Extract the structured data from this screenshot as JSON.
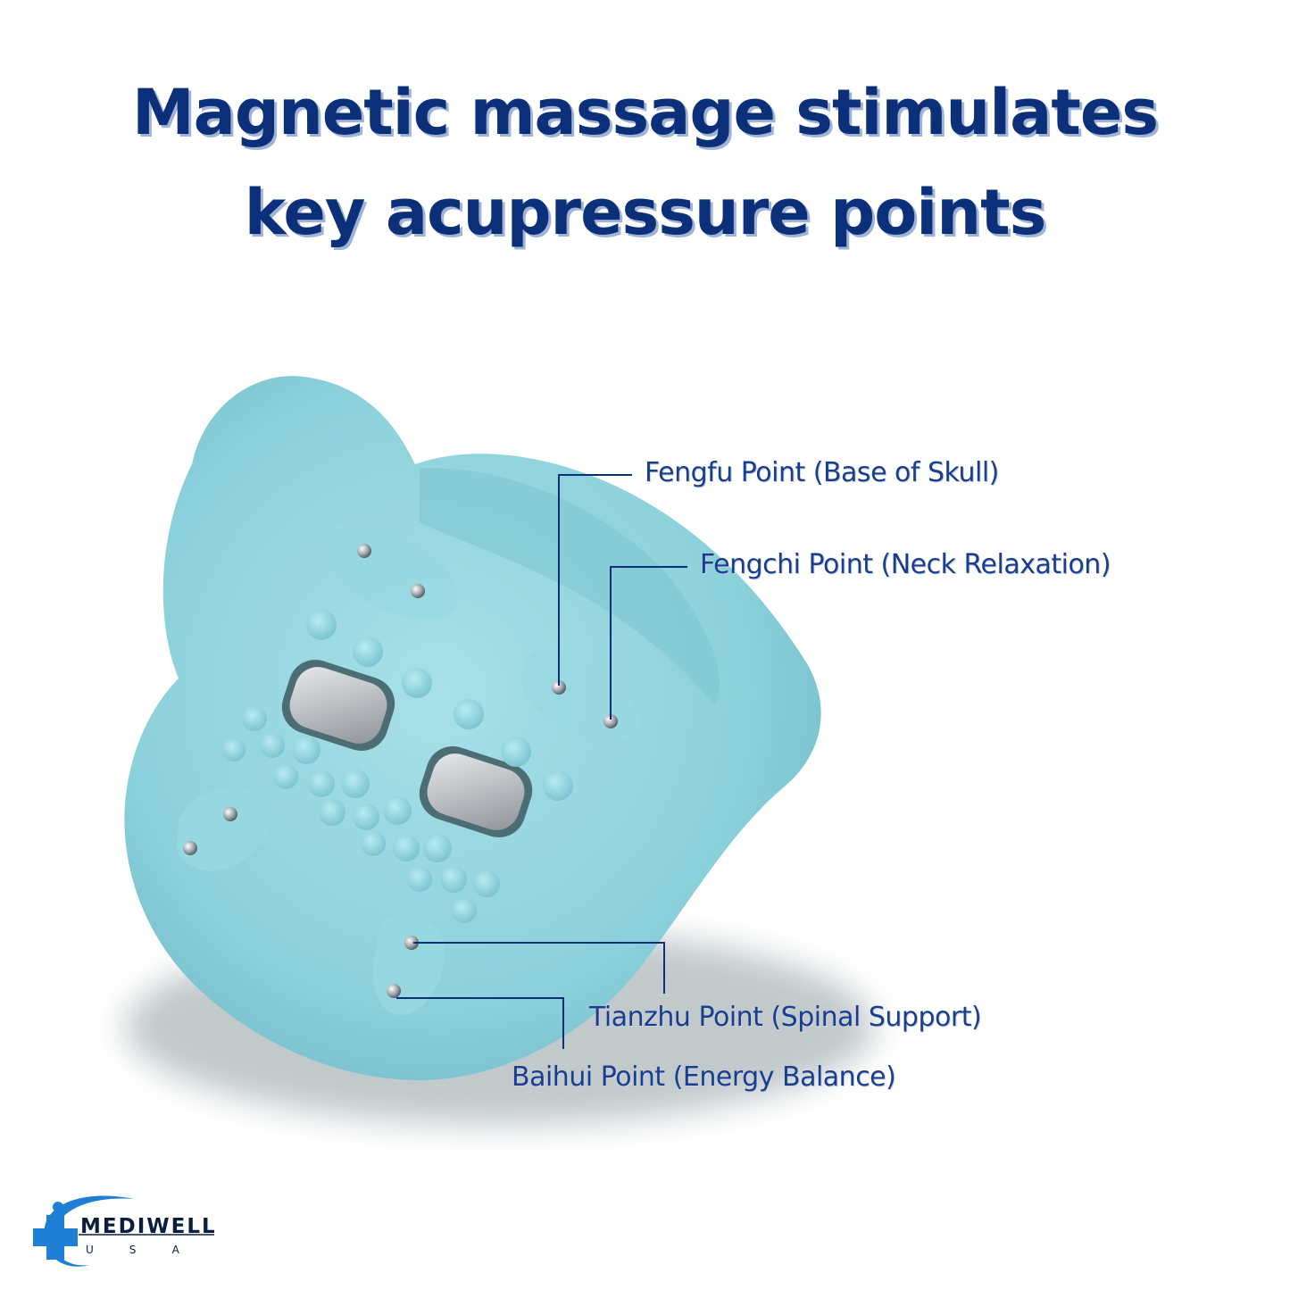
{
  "headline": {
    "line1": "Magnetic massage stimulates",
    "line2": "key acupressure points"
  },
  "callouts": {
    "fengfu": "Fengfu Point (Base of Skull)",
    "fengchi": "Fengchi Point (Neck Relaxation)",
    "tianzhu": "Tianzhu Point (Spinal Support)",
    "baihui": "Baihui Point (Energy Balance)"
  },
  "brand": {
    "name": "MEDIWELL",
    "sub": "USA"
  },
  "colors": {
    "headline": "#0b2f78",
    "callout_text": "#1a3e8c",
    "leader_line": "#0b2f78",
    "product_body": "#8fd3dd",
    "magnet": "#b8bcc0",
    "logo_cross": "#1f7fd6"
  }
}
